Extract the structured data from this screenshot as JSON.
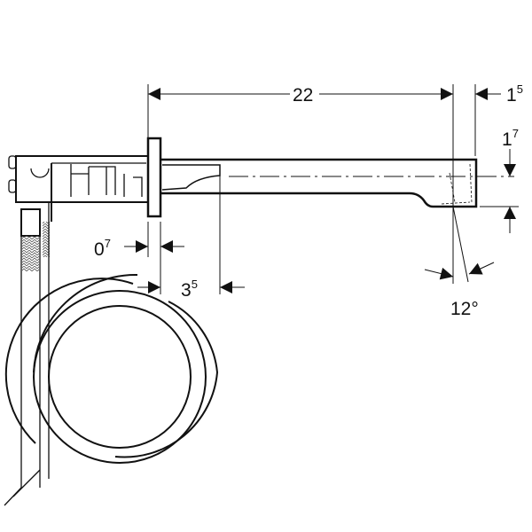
{
  "dimensions": {
    "length": {
      "value": "22"
    },
    "spout_offset": {
      "base": "1",
      "sup": "5"
    },
    "spout_height": {
      "base": "1",
      "sup": "7"
    },
    "plate_thickness": {
      "base": "0",
      "sup": "7"
    },
    "insert_depth": {
      "base": "3",
      "sup": "5"
    },
    "angle": {
      "value": "12°"
    }
  },
  "colors": {
    "line": "#111111",
    "background": "#ffffff"
  }
}
